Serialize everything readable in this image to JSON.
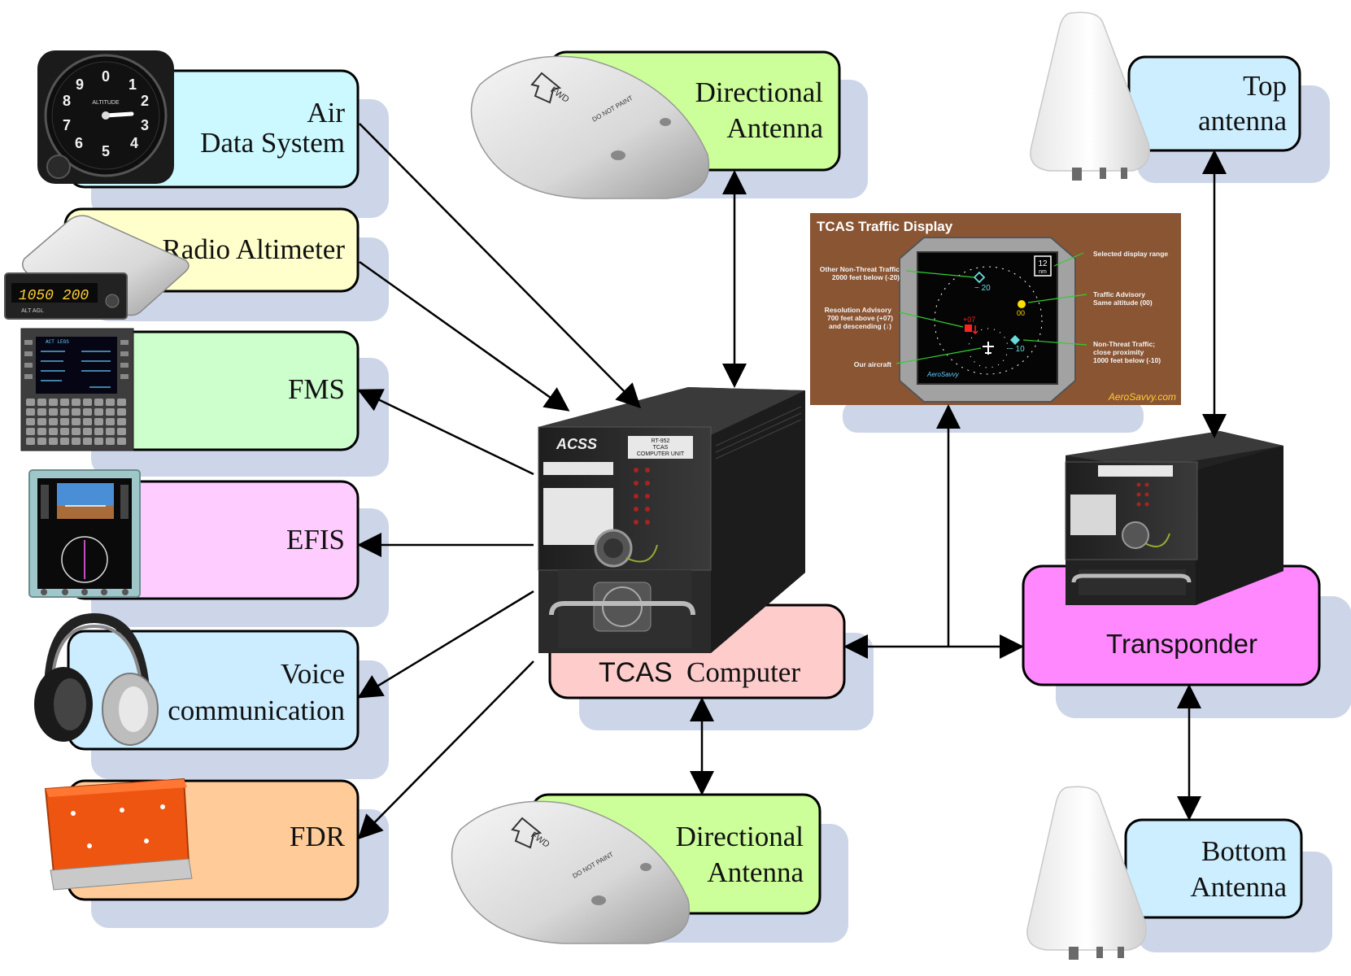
{
  "colors": {
    "shadow": "#cdd6e8",
    "air_data": "#ccf8ff",
    "radio_alt": "#ffffcc",
    "fms": "#ccffcc",
    "efis": "#ffccff",
    "voice": "#ccecff",
    "fdr": "#ffcc99",
    "dir_antenna": "#ccff99",
    "top_antenna": "#cceeff",
    "bottom_antenna": "#cceeff",
    "tcas_computer": "#ffcccc",
    "transponder": "#ff88ff",
    "display_bg": "#8a5533",
    "arrow": "#000000"
  },
  "boxes": {
    "air_data": {
      "line1": "Air",
      "line2": "Data System",
      "icon": "altimeter-gauge-icon"
    },
    "radio_alt": {
      "label": "Radio Altimeter",
      "icon": "radio-altimeter-icon",
      "display_value": "1050 200",
      "display_sub": "ALT AGL"
    },
    "fms": {
      "label": "FMS",
      "icon": "fms-cdu-icon",
      "screen_title": "ACT LEGS"
    },
    "efis": {
      "label": "EFIS",
      "icon": "efis-display-icon"
    },
    "voice": {
      "line1": "Voice",
      "line2": "communication",
      "icon": "headphones-icon"
    },
    "fdr": {
      "label": "FDR",
      "icon": "flight-data-recorder-icon"
    },
    "dir_antenna_top": {
      "line1": "Directional",
      "line2": "Antenna",
      "icon": "directional-antenna-icon",
      "stamp": "DO NOT PAINT",
      "fwd": "FWD"
    },
    "dir_antenna_bottom": {
      "line1": "Directional",
      "line2": "Antenna",
      "icon": "directional-antenna-icon",
      "stamp": "DO NOT PAINT",
      "fwd": "FWD"
    },
    "top_antenna": {
      "line1": "Top",
      "line2": "antenna",
      "icon": "blade-antenna-icon"
    },
    "bottom_antenna": {
      "line1": "Bottom",
      "line2": "Antenna",
      "icon": "blade-antenna-icon"
    },
    "tcas_computer": {
      "label_part1": "TCAS",
      "label_part2": "Computer",
      "icon": "tcas-computer-unit-icon",
      "brand": "ACSS",
      "unit_line1": "RT-952",
      "unit_line2": "TCAS",
      "unit_line3": "COMPUTER UNIT"
    },
    "transponder": {
      "label": "Transponder",
      "icon": "transponder-unit-icon"
    }
  },
  "traffic_display": {
    "title": "TCAS Traffic Display",
    "range": "12",
    "range_unit": "nm",
    "watermark": "AeroSavvy",
    "site": "AeroSavvy.com",
    "labels": {
      "other_traffic_1": "Other Non-Threat Traffic",
      "other_traffic_2": "2000 feet below (-20)",
      "ra_1": "Resolution Advisory",
      "ra_2": "700 feet above (+07)",
      "ra_3": "and descending (↓)",
      "our_aircraft": "Our aircraft",
      "selected_range": "Selected display range",
      "ta_1": "Traffic Advisory",
      "ta_2": "Same altitude (00)",
      "nt_1": "Non-Threat Traffic;",
      "nt_2": "close proximity",
      "nt_3": "1000 feet below (-10)"
    },
    "targets": {
      "other": "− 20",
      "ra": "+07",
      "ta": "00",
      "nt": "− 10"
    }
  }
}
